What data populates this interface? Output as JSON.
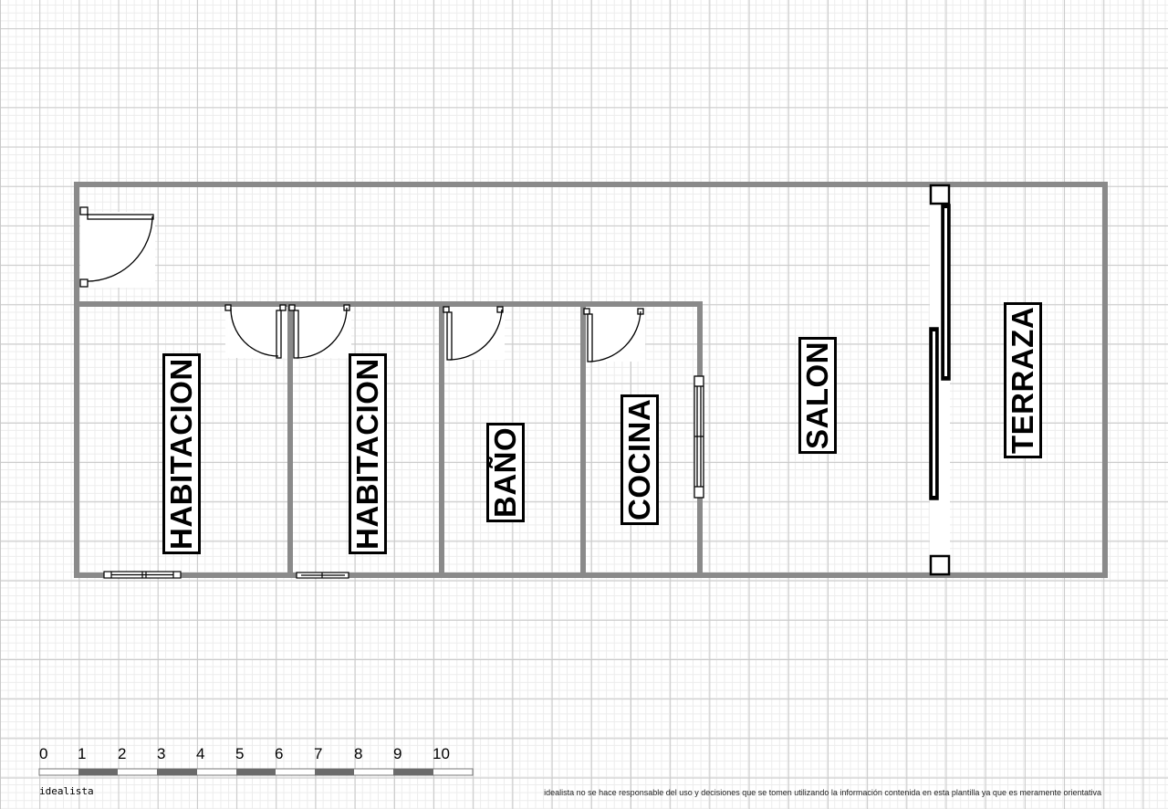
{
  "rooms": {
    "habitacion_1": "HABITACION",
    "habitacion_2": "HABITACION",
    "bano": "BAÑO",
    "cocina": "COCINA",
    "salon": "SALON",
    "terraza": "TERRAZA"
  },
  "scale_bar": {
    "ticks": [
      "0",
      "1",
      "2",
      "3",
      "4",
      "5",
      "6",
      "7",
      "8",
      "9",
      "10"
    ]
  },
  "footer": {
    "brand": "idealista",
    "disclaimer": "idealista no se hace responsable del uso y decisiones que se tomen utilizando la información contenida en esta plantilla ya que es meramente orientativa"
  },
  "colors": {
    "wall": "#8a8a8a",
    "grid_major": "#c9c9c9",
    "grid_minor": "#ececec",
    "label_border": "#000000"
  }
}
